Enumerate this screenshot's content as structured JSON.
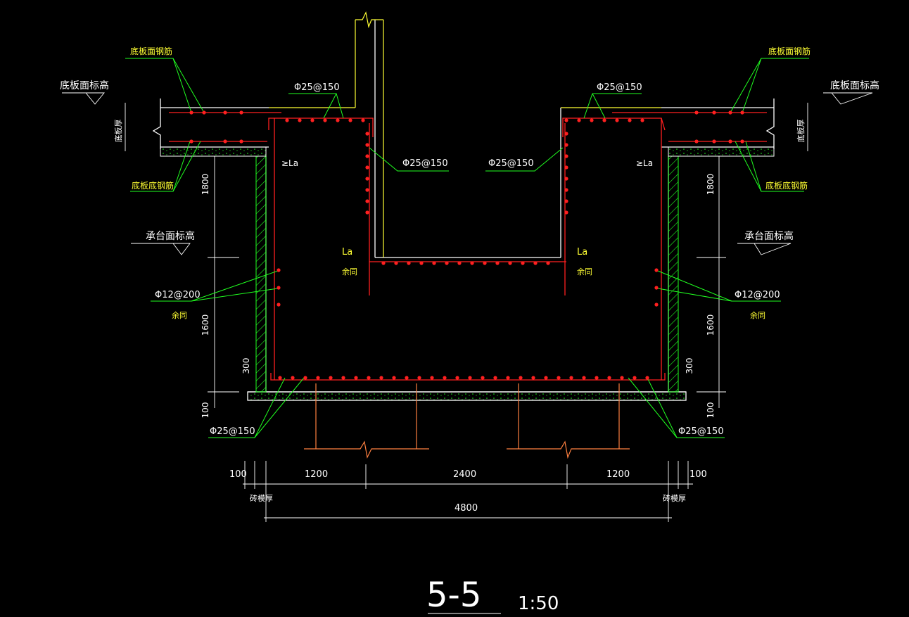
{
  "title": {
    "main": "5-5",
    "scale": "1:50"
  },
  "labels": {
    "slab_top_bar": "底板面钢筋",
    "slab_bottom_bar": "底板底钢筋",
    "slab_top_elev": "底板面标高",
    "slab_thickness": "底板厚",
    "cap_top_elev": "承台面标高",
    "anchor": "La",
    "anchor_min": "≥La",
    "same": "余同",
    "brick_thickness": "砖模厚"
  },
  "rebar": {
    "main": "Φ25@150",
    "side": "Φ12@200"
  },
  "dimensions": {
    "upper_height": "1800",
    "lower_height": "1600",
    "cushion_300": "300",
    "bedding": "100",
    "bottom_left": "1200",
    "bottom_mid": "2400",
    "bottom_right": "1200",
    "total": "4800",
    "edge_left": "100",
    "edge_right": "100"
  },
  "colors": {
    "background": "#000000",
    "outline": "#ffffff",
    "rebar": "#ff2020",
    "leader": "#20ff20",
    "text_white": "#ffffff",
    "text_yellow": "#ffff33",
    "pile": "#ff8040",
    "wall_hatch": "#20ff20",
    "column": "#ffff33"
  }
}
